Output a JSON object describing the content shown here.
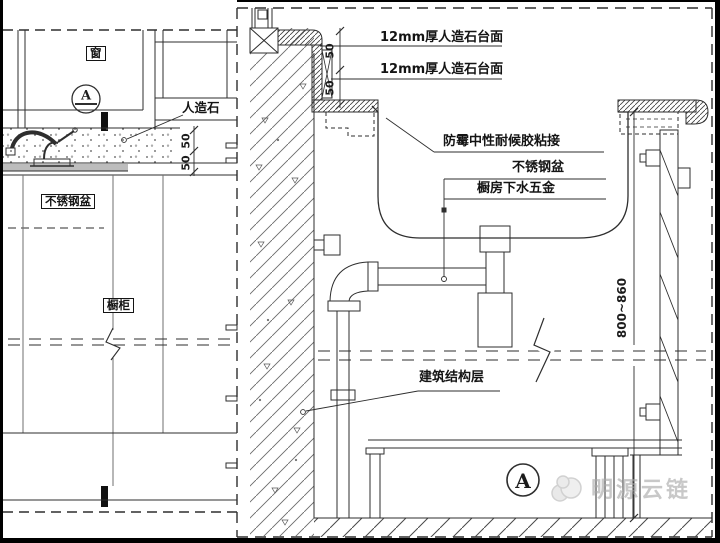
{
  "colors": {
    "line": "#2e2e2e",
    "frame": "#000000",
    "background": "#ffffff",
    "watermark": "#a8a8a8"
  },
  "left_view": {
    "window_label": "窗",
    "section_marker": "A",
    "artificial_stone_label": "人造石",
    "sink_label": "不锈钢盆",
    "cabinet_label": "橱柜",
    "dim_upper": "50",
    "dim_lower": "50"
  },
  "right_view": {
    "countertop_label_1": "12mm厚人造石台面",
    "countertop_label_2": "12mm厚人造石台面",
    "adhesive_label": "防霉中性耐候胶粘接",
    "sink_label": "不锈钢盆",
    "drain_hardware_label": "橱房下水五金",
    "structure_label": "建筑结构层",
    "dim_upper": "50",
    "dim_lower": "50",
    "dim_height": "800~860",
    "section_marker": "A"
  },
  "watermark": {
    "text": "明源云链",
    "logo_icon": "cloud-logo-icon"
  }
}
